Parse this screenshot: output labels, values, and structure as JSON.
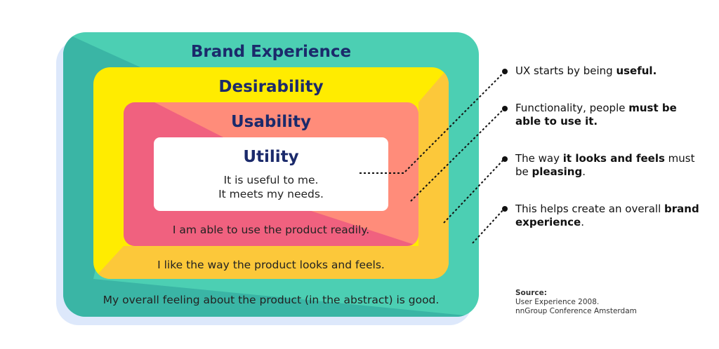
{
  "colors": {
    "brand": "#4ccfb3",
    "brand_dark": "#3ab5a5",
    "brand_shadow": "#dde8fb",
    "desirability": "#ffec00",
    "desirability_dark": "#fcc83a",
    "usability": "#ff8c7a",
    "usability_dark": "#f0617f",
    "utility": "#ffffff",
    "title": "#1b2a6b"
  },
  "layers": {
    "brand": {
      "title": "Brand Experience",
      "desc": "My overall feeling about the product (in the abstract) is good."
    },
    "desirability": {
      "title": "Desirability",
      "desc": "I like the way the product looks and feels."
    },
    "usability": {
      "title": "Usability",
      "desc": "I am able to use the product readily."
    },
    "utility": {
      "title": "Utility",
      "desc_line1": "It is useful to me.",
      "desc_line2": "It meets my needs."
    }
  },
  "annotations": [
    {
      "pre": "UX starts by being ",
      "bold": "useful.",
      "post": ""
    },
    {
      "pre": "Functionality, people ",
      "bold": "must be able to use it.",
      "post": ""
    },
    {
      "pre": "The way ",
      "bold": "it looks and feels",
      "mid": " must be ",
      "bold2": "pleasing",
      "post": "."
    },
    {
      "pre": "This helps create an overall ",
      "bold": "brand experience",
      "post": "."
    }
  ],
  "source": {
    "title": "Source:",
    "line1": "User Experience 2008.",
    "line2": "nnGroup Conference Amsterdam"
  }
}
